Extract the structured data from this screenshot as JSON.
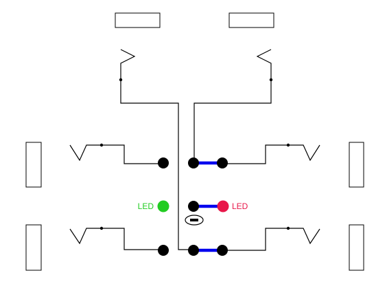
{
  "labels": {
    "led_left": "LED",
    "led_right": "LED"
  },
  "colors": {
    "led_green": "#22cc22",
    "led_red": "#e8174a",
    "jumper": "#0000ee",
    "wire": "#000000"
  },
  "icons": {
    "minus_terminal": "minus-sign-in-ellipse"
  }
}
